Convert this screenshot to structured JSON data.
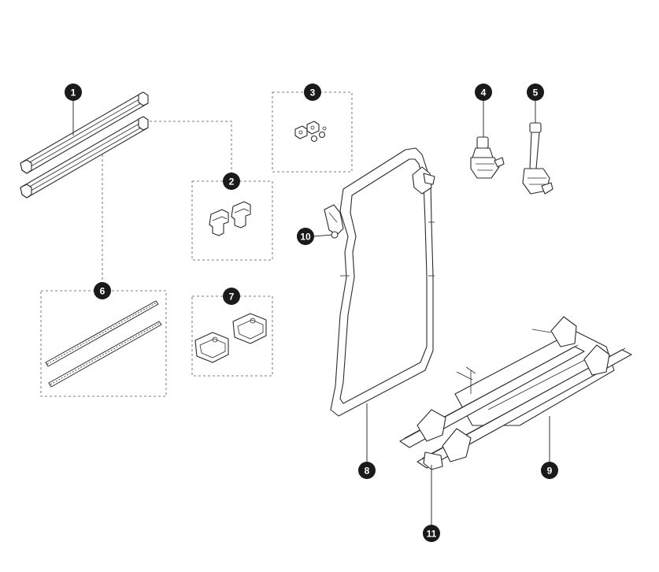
{
  "callouts": [
    {
      "id": "1",
      "label": "1"
    },
    {
      "id": "2",
      "label": "2"
    },
    {
      "id": "3",
      "label": "3"
    },
    {
      "id": "4",
      "label": "4"
    },
    {
      "id": "5",
      "label": "5"
    },
    {
      "id": "6",
      "label": "6"
    },
    {
      "id": "7",
      "label": "7"
    },
    {
      "id": "8",
      "label": "8"
    },
    {
      "id": "9",
      "label": "9"
    },
    {
      "id": "10",
      "label": "10"
    },
    {
      "id": "11",
      "label": "11"
    }
  ],
  "colors": {
    "callout_fill": "#1a1a1a",
    "callout_text": "#ffffff",
    "line_art": "#2b2b2b",
    "background": "#ffffff"
  }
}
